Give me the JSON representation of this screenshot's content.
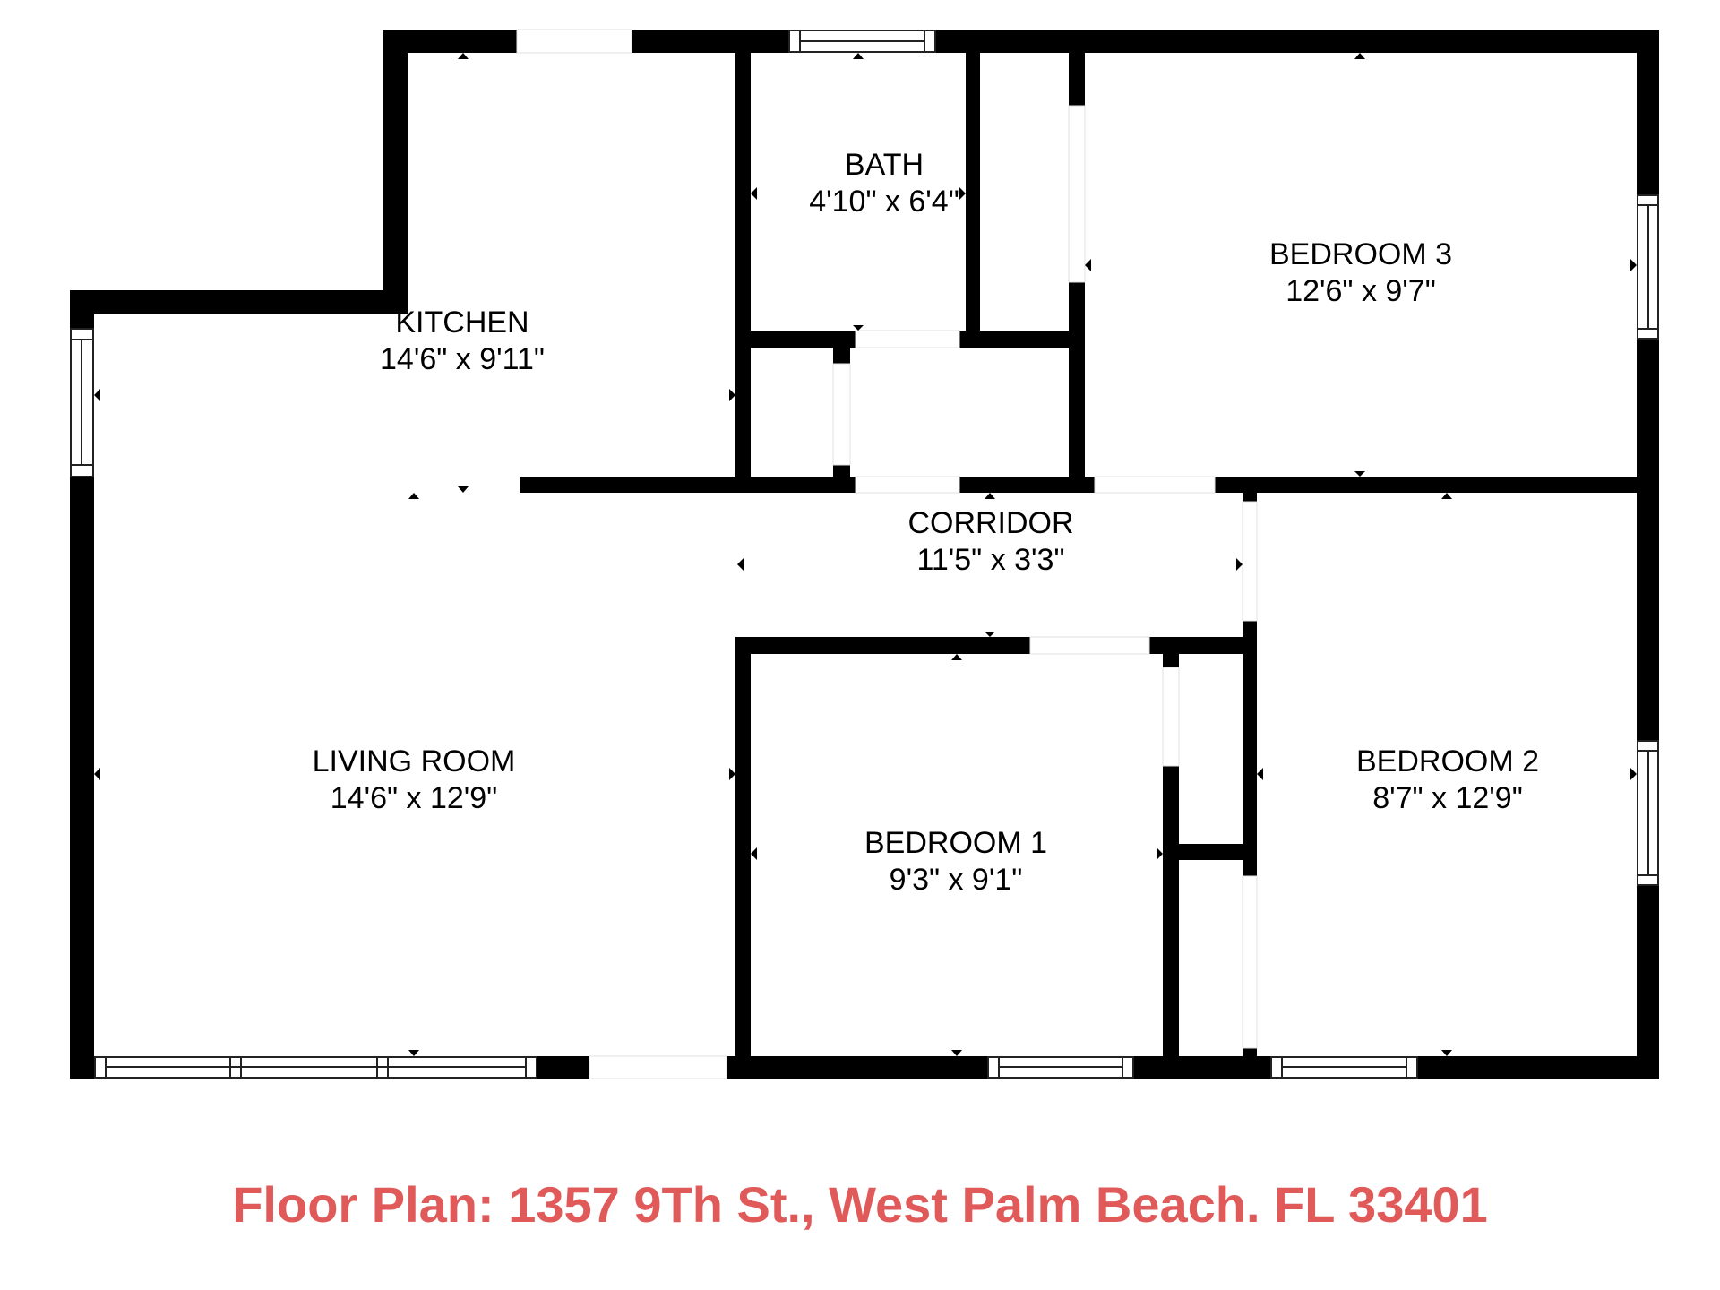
{
  "caption": {
    "text": "Floor Plan: 1357 9Th St., West Palm Beach. FL 33401",
    "color": "#e05a5a"
  },
  "rooms": [
    {
      "name": "KITCHEN",
      "dimensions": "14'6\" x 9'11\""
    },
    {
      "name": "BATH",
      "dimensions": "4'10\" x 6'4\""
    },
    {
      "name": "BEDROOM 3",
      "dimensions": "12'6\" x 9'7\""
    },
    {
      "name": "CORRIDOR",
      "dimensions": "11'5\" x 3'3\""
    },
    {
      "name": "LIVING ROOM",
      "dimensions": "14'6\" x 12'9\""
    },
    {
      "name": "BEDROOM 1",
      "dimensions": "9'3\" x 9'1\""
    },
    {
      "name": "BEDROOM 2",
      "dimensions": "8'7\" x 12'9\""
    }
  ],
  "colors": {
    "wall": "#000000",
    "background": "#ffffff"
  }
}
